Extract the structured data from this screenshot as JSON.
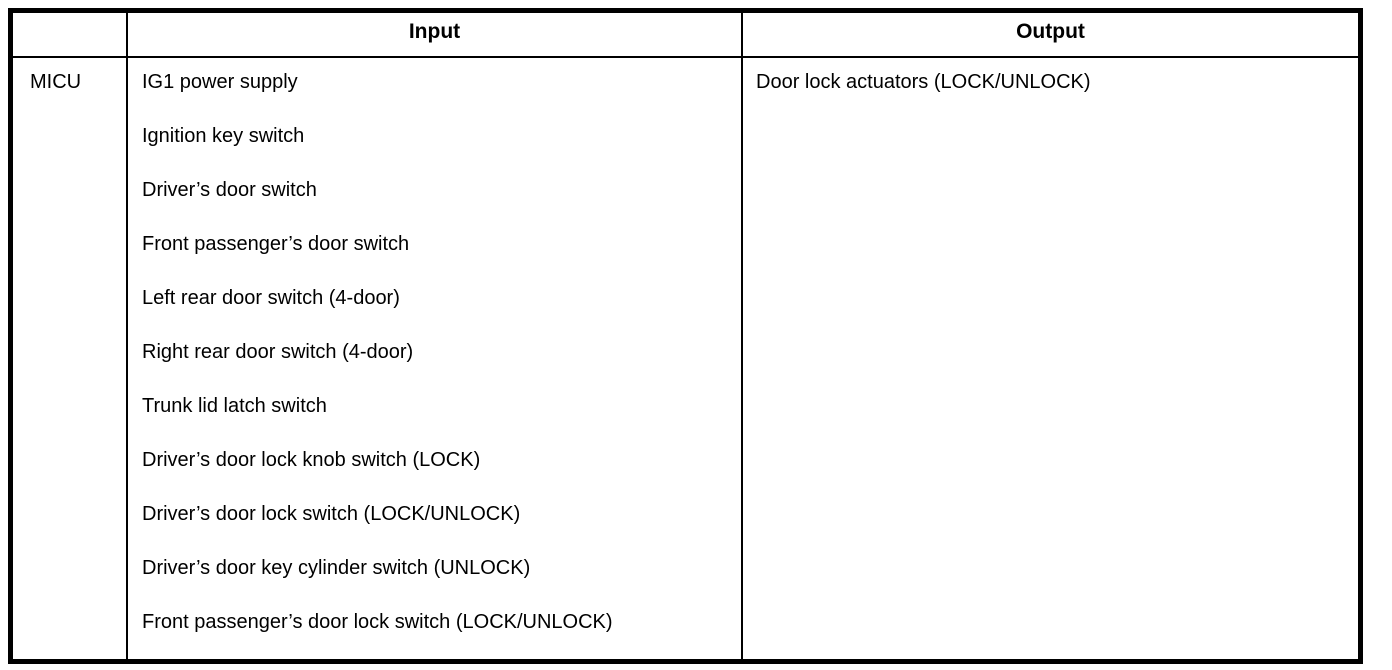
{
  "table": {
    "headers": {
      "corner": "",
      "input": "Input",
      "output": "Output"
    },
    "row": {
      "unit": "MICU",
      "inputs": [
        "IG1 power supply",
        "Ignition key switch",
        "Driver’s door switch",
        "Front passenger’s door switch",
        "Left rear door switch (4-door)",
        "Right rear door switch (4-door)",
        "Trunk lid latch switch",
        "Driver’s door lock knob switch (LOCK)",
        "Driver’s door lock switch (LOCK/UNLOCK)",
        "Driver’s door key cylinder switch (UNLOCK)",
        "Front passenger’s door lock switch (LOCK/UNLOCK)"
      ],
      "outputs": [
        "Door lock actuators (LOCK/UNLOCK)"
      ]
    },
    "colors": {
      "border": "#000000",
      "background": "#ffffff",
      "text": "#000000"
    }
  }
}
